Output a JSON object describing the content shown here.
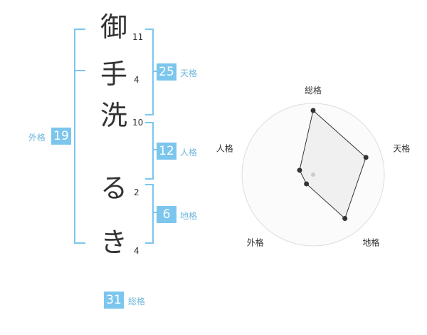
{
  "name": {
    "characters": [
      {
        "char": "御",
        "strokes": "11"
      },
      {
        "char": "手",
        "strokes": "4"
      },
      {
        "char": "洗",
        "strokes": "10"
      },
      {
        "char": "る",
        "strokes": "2"
      },
      {
        "char": "き",
        "strokes": "4"
      }
    ]
  },
  "fortune": {
    "tenkaku": {
      "value": "25",
      "label": "天格"
    },
    "jinkaku": {
      "value": "12",
      "label": "人格"
    },
    "chikaku": {
      "value": "6",
      "label": "地格"
    },
    "gaikaku": {
      "value": "19",
      "label": "外格"
    },
    "soukaku": {
      "value": "31",
      "label": "総格"
    }
  },
  "colors": {
    "accent": "#7cc6ee",
    "text": "#333333",
    "fill": "#eeeeee"
  },
  "chart_data": {
    "type": "radar",
    "categories": [
      "総格",
      "天格",
      "地格",
      "外格",
      "人格"
    ],
    "values": [
      31,
      25,
      6,
      19,
      12
    ],
    "scale": [
      0,
      5
    ],
    "rings": 5,
    "levels": [
      4.5,
      3.9,
      3.8,
      0.8,
      1.0
    ],
    "grid": true
  }
}
